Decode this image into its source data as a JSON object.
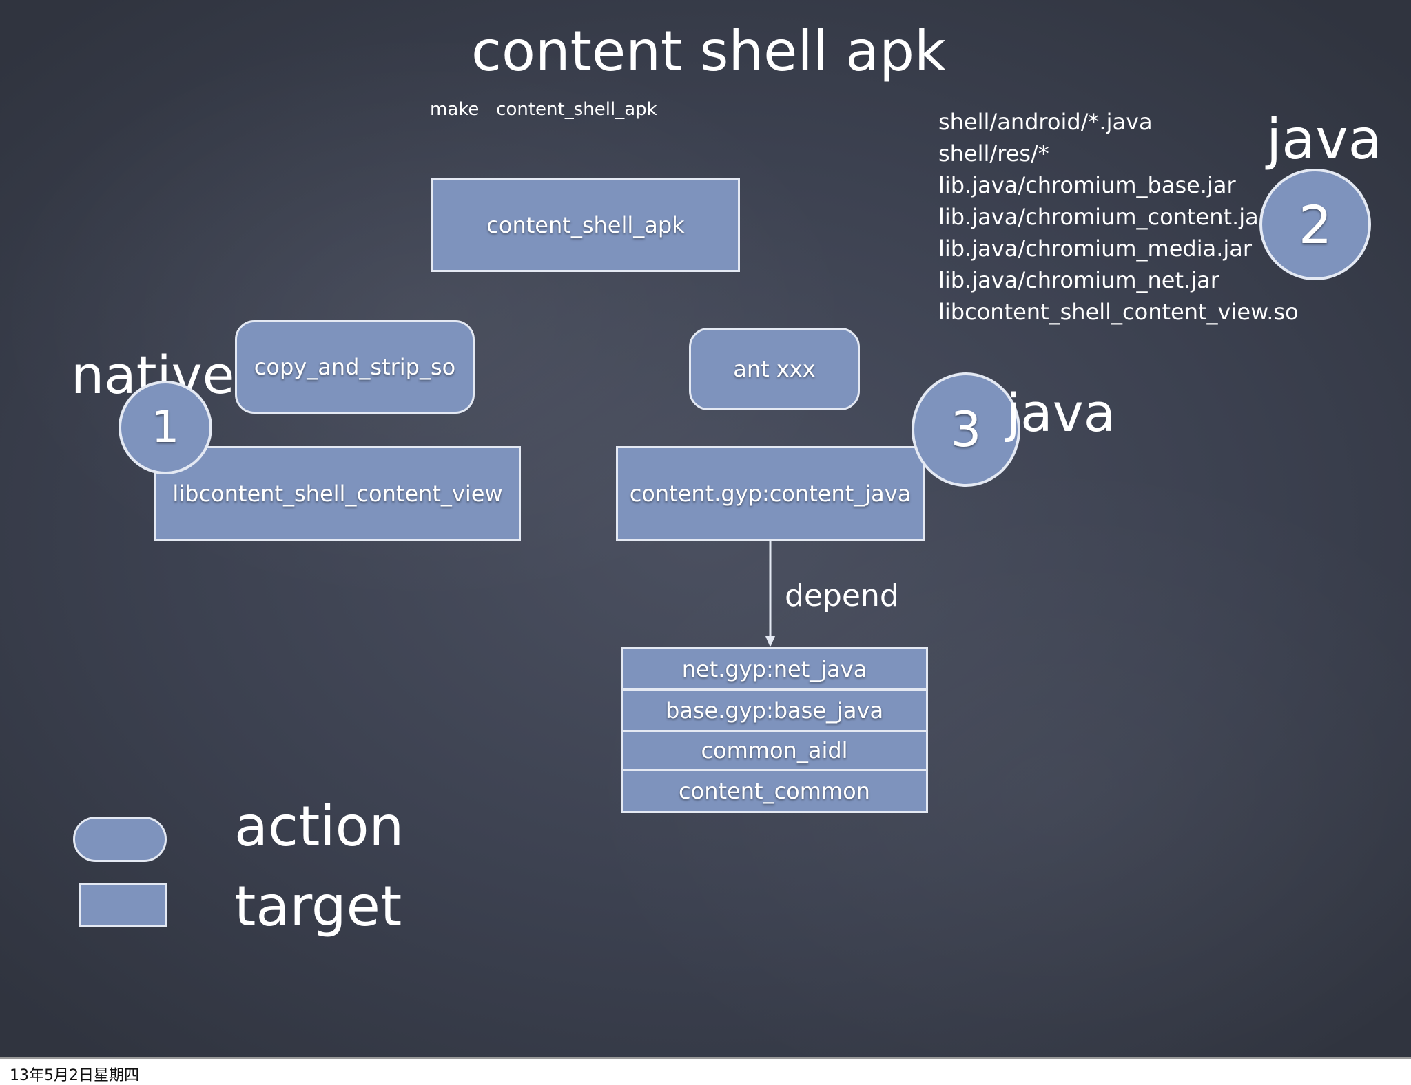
{
  "slide": {
    "title": "content shell apk",
    "command": "make   content_shell_apk",
    "java_files": [
      "shell/android/*.java",
      "shell/res/*",
      "lib.java/chromium_base.jar",
      "lib.java/chromium_content.jar",
      "lib.java/chromium_media.jar",
      "lib.java/chromium_net.jar",
      "libcontent_shell_content_view.so"
    ]
  },
  "nodes": {
    "content_shell_apk": "content_shell_apk",
    "copy_and_strip_so": "copy_and_strip_so",
    "ant_xxx": "ant xxx",
    "libcontent_shell_content_view": "libcontent_shell_content_view",
    "content_java": "content.gyp:content_java",
    "dependencies": [
      "net.gyp:net_java",
      "base.gyp:base_java",
      "common_aidl",
      "content_common"
    ]
  },
  "edge": {
    "label": "depend"
  },
  "badges": {
    "one": {
      "number": "1",
      "label": "native"
    },
    "two": {
      "number": "2",
      "label": "java"
    },
    "three": {
      "number": "3",
      "label": "java"
    }
  },
  "legend": {
    "action_label": "action",
    "target_label": "target"
  },
  "footer": {
    "date": "13年5月2日星期四"
  },
  "colors": {
    "background": "#3c4150",
    "node_fill": "#7e93bd",
    "node_border": "#e4e9f3",
    "text": "#ffffff"
  }
}
